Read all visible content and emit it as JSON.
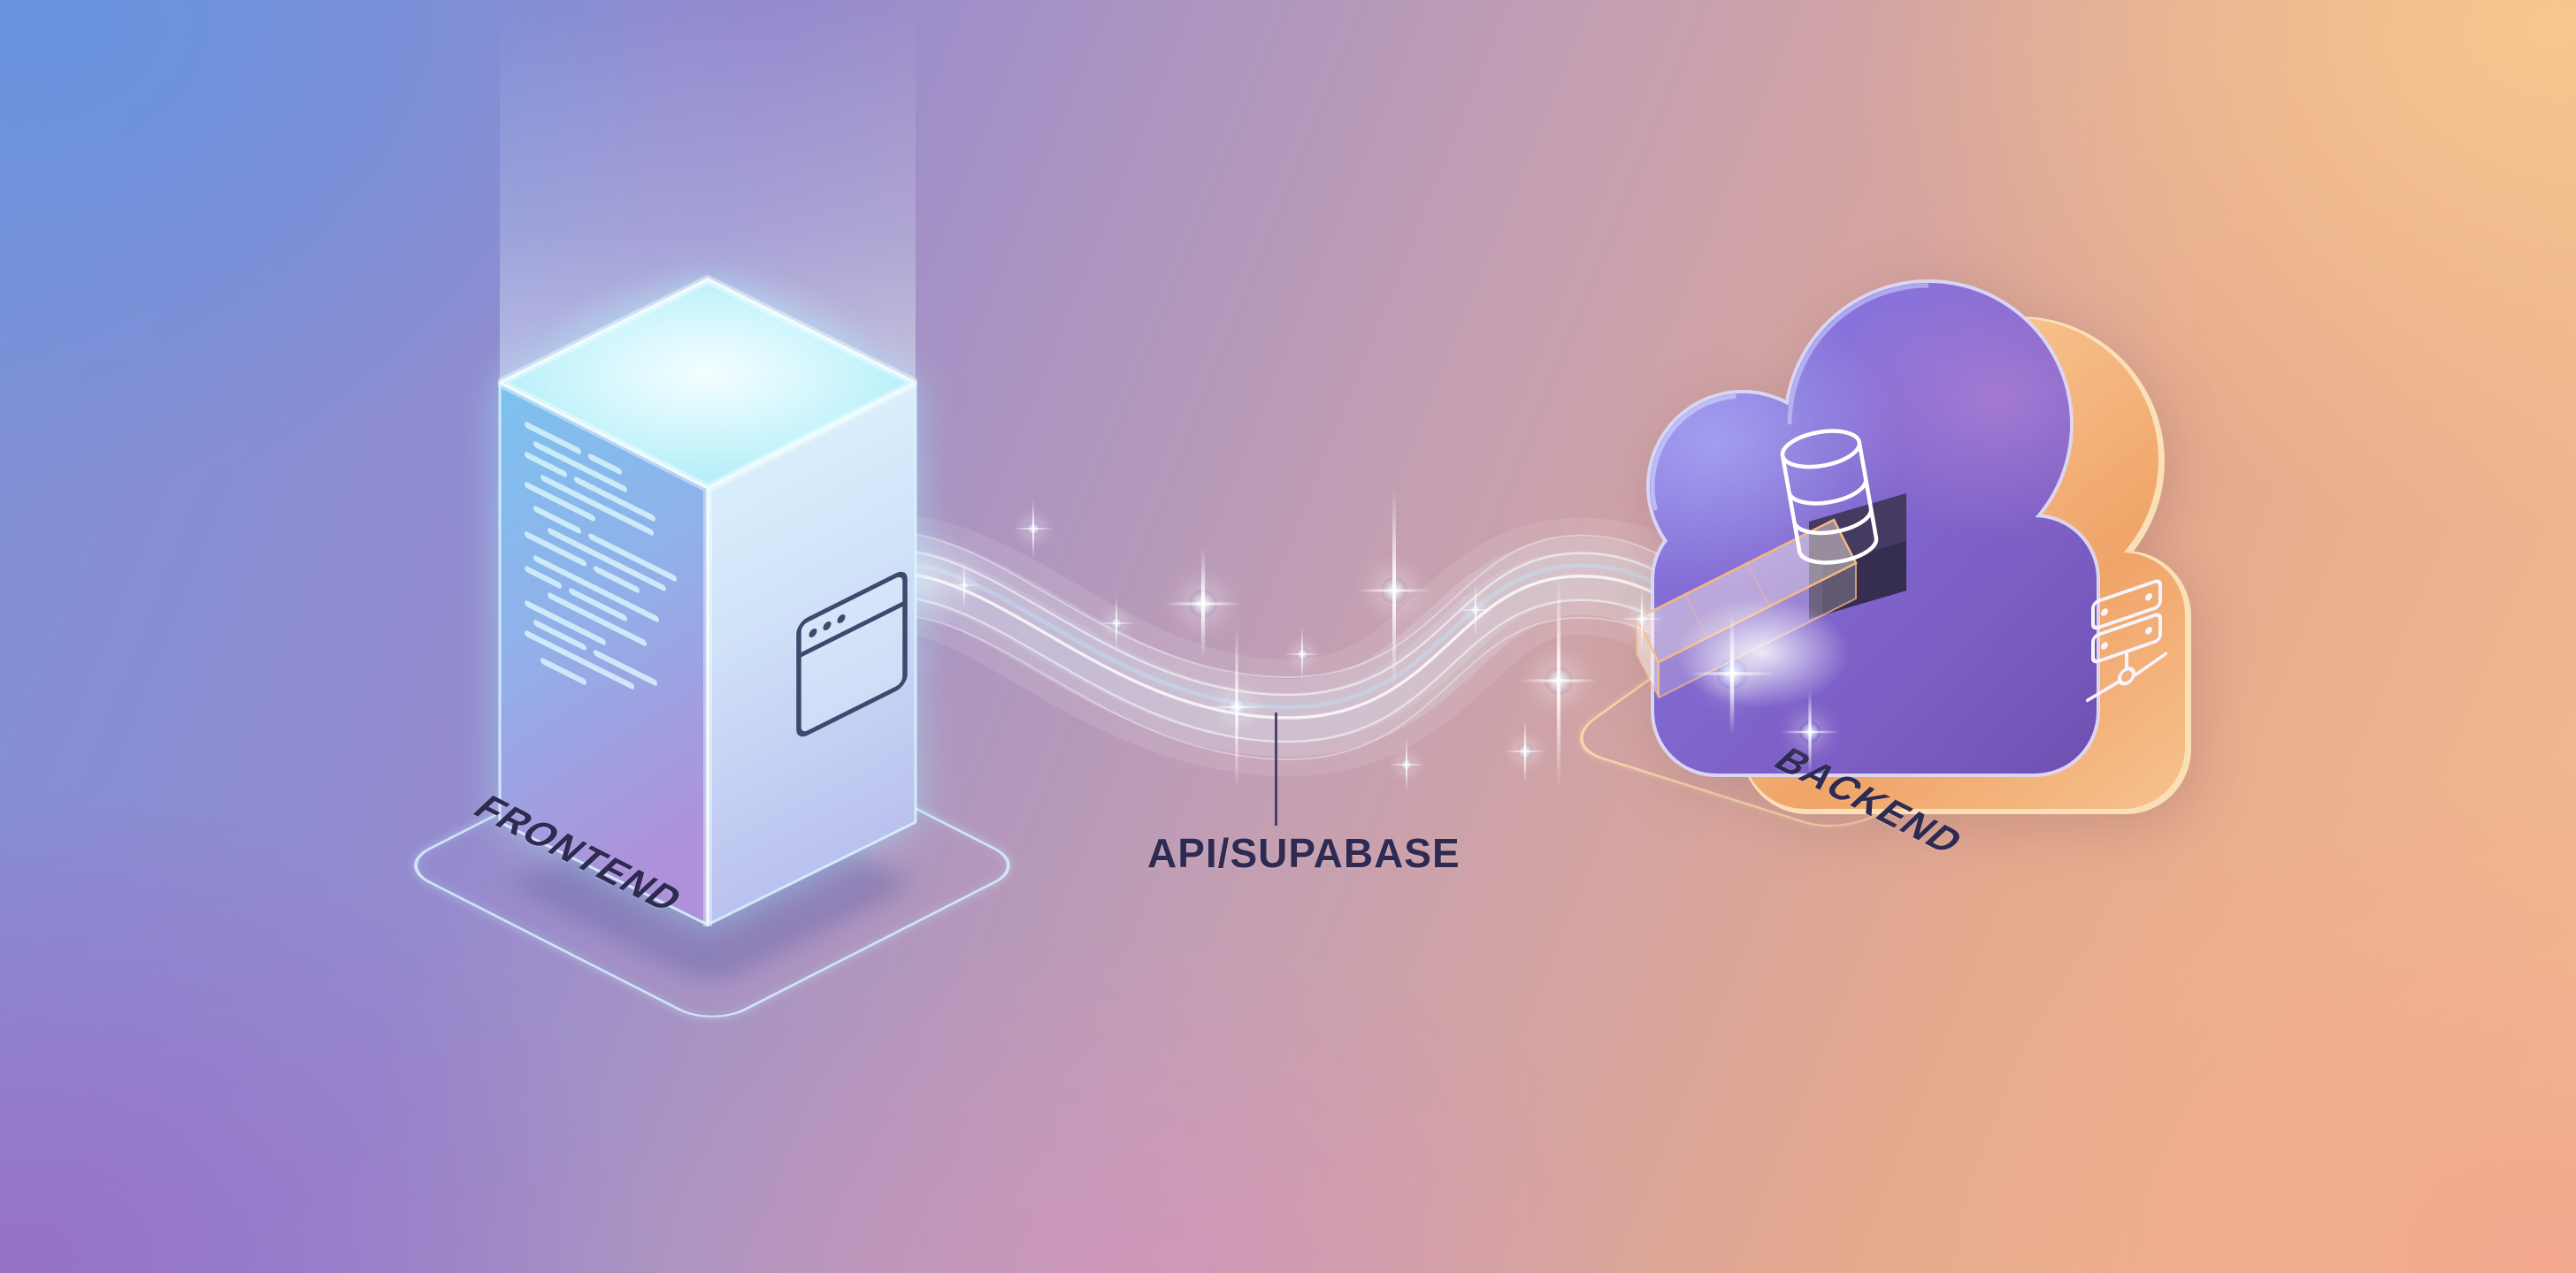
{
  "diagram": {
    "nodes": {
      "frontend": {
        "label": "FRONTEND",
        "type": "isometric glass cube",
        "icons": [
          "code-lines-icon",
          "browser-window-icon"
        ],
        "accent_color": "#a5e9f7"
      },
      "backend": {
        "label": "BACKEND",
        "type": "isometric cloud",
        "icons": [
          "database-icon",
          "server-network-icon"
        ],
        "front_color": "#7e63c8",
        "side_color": "#f0a468"
      }
    },
    "connection": {
      "label": "API/SUPABASE",
      "style": "glowing data stream with sparkles",
      "color": "#ffffff"
    },
    "background_colors": {
      "top_left": "#6b92dd",
      "bottom_left": "#9a76c6",
      "center": "#c79fae",
      "top_right": "#f6c490",
      "bottom_right": "#f2a58e"
    },
    "label_color": "#2e2a52"
  }
}
